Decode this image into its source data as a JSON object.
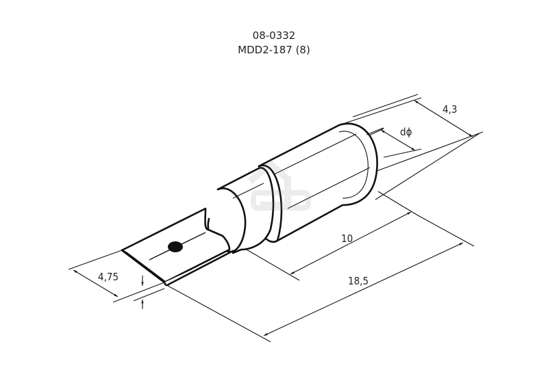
{
  "title": {
    "code": "08-0332",
    "model": "MDD2-187 (8)"
  },
  "dimensions": {
    "outer_diameter": "4,3",
    "inner_diameter": "dϕ",
    "insulation_length": "10",
    "total_length": "18,5",
    "blade_width": "4,75"
  },
  "watermark": "logo-watermark"
}
